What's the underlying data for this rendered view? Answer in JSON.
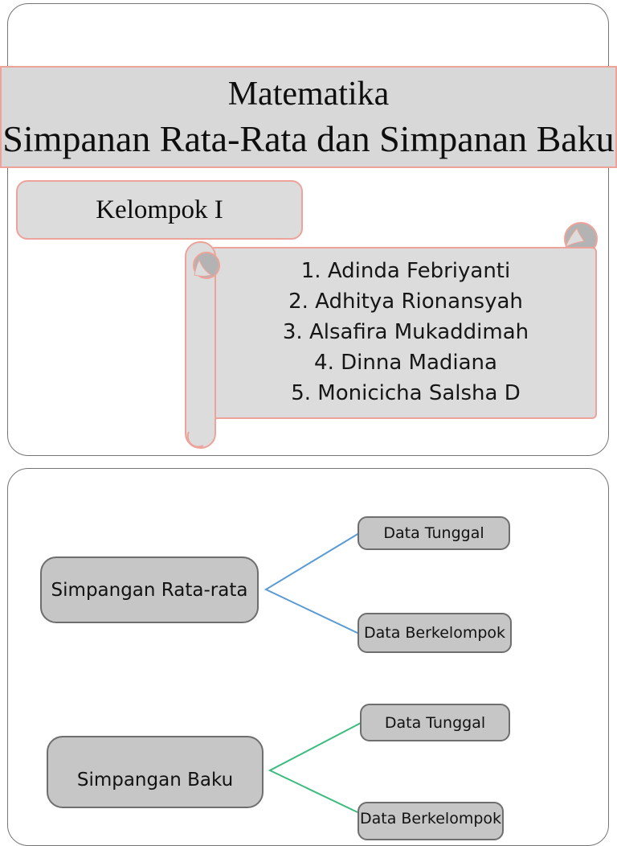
{
  "colors": {
    "accent_salmon": "#eda39a",
    "banner_fill": "#d8d8d8",
    "panel_fill": "#dcdcdc",
    "curl_fill": "#b3b3b3",
    "slide_border": "#757575",
    "node_fill": "#c6c6c6",
    "node_border": "#6e6e6e",
    "connector_blue": "#5b9bd5",
    "connector_green": "#3cbc7c",
    "text_dark": "#121212"
  },
  "slide1": {
    "title_line1": "Matematika",
    "title_line2": "Simpanan Rata-Rata dan Simpanan Baku",
    "group_label": "Kelompok I",
    "members": [
      "1. Adinda Febriyanti",
      "2. Adhitya Rionansyah",
      "3. Alsafira Mukaddimah",
      "4. Dinna Madiana",
      "5. Monicicha Salsha D"
    ]
  },
  "slide2": {
    "diagram": {
      "roots": [
        {
          "label": "Simpangan Rata-rata",
          "connector_color": "#5b9bd5",
          "children": [
            "Data Tunggal",
            "Data Berkelompok"
          ]
        },
        {
          "label": "Simpangan Baku",
          "connector_color": "#3cbc7c",
          "children": [
            "Data Tunggal",
            "Data Berkelompok"
          ]
        }
      ]
    }
  }
}
